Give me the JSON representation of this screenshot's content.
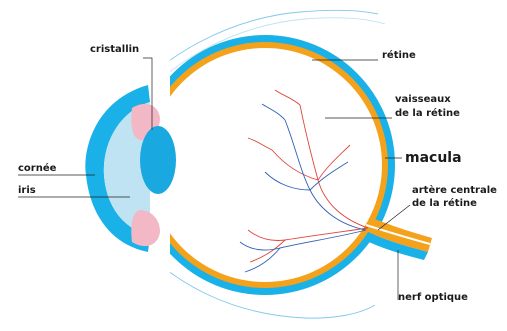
{
  "colors": {
    "sclera_blue": "#1ab0e8",
    "light_blue": "#bfe3f3",
    "retina_orange": "#f4a21c",
    "iris_pink": "#f2b8c6",
    "lens_blue": "#1aa8e0",
    "artery_red": "#e0453a",
    "vein_blue": "#2f5fb3",
    "outline_blue": "#7fc9ec",
    "label_text": "#1a1a1a"
  },
  "labels": {
    "cristallin": "cristallin",
    "retine": "rétine",
    "vaisseaux_line1": "vaisseaux",
    "vaisseaux_line2": "de la rétine",
    "macula": "macula",
    "cornee": "cornée",
    "iris": "iris",
    "artere_line1": "artère centrale",
    "artere_line2": "de la rétine",
    "nerf_optique": "nerf optique"
  }
}
